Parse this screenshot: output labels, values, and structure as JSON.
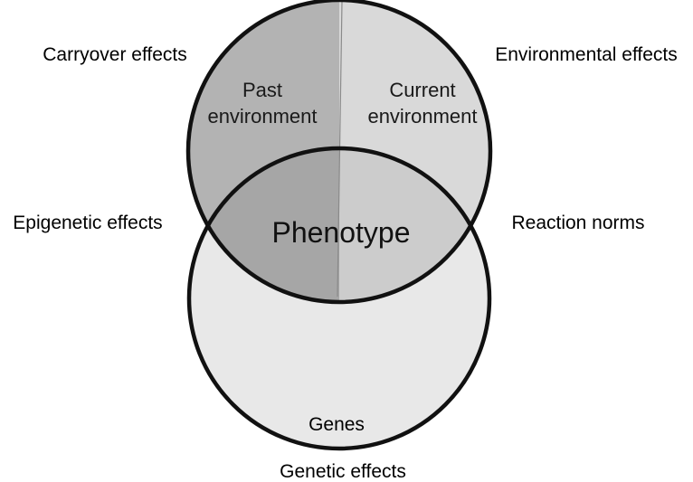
{
  "colors": {
    "past_environment": "#b3b3b3",
    "current_environment": "#d9d9d9",
    "genes": "#e8e8e8",
    "phenotype_past": "#a6a6a6",
    "phenotype_current": "#cccccc",
    "outline": "#111111"
  },
  "environment_circle": {
    "past_label_line1": "Past",
    "past_label_line2": "environment",
    "current_label_line1": "Current",
    "current_label_line2": "environment"
  },
  "genes_circle": {
    "label": "Genes"
  },
  "intersection": {
    "label": "Phenotype"
  },
  "outer_labels": {
    "carryover": "Carryover effects",
    "environmental": "Environmental effects",
    "epigenetic": "Epigenetic effects",
    "reaction_norms": "Reaction norms",
    "genetic": "Genetic effects"
  }
}
